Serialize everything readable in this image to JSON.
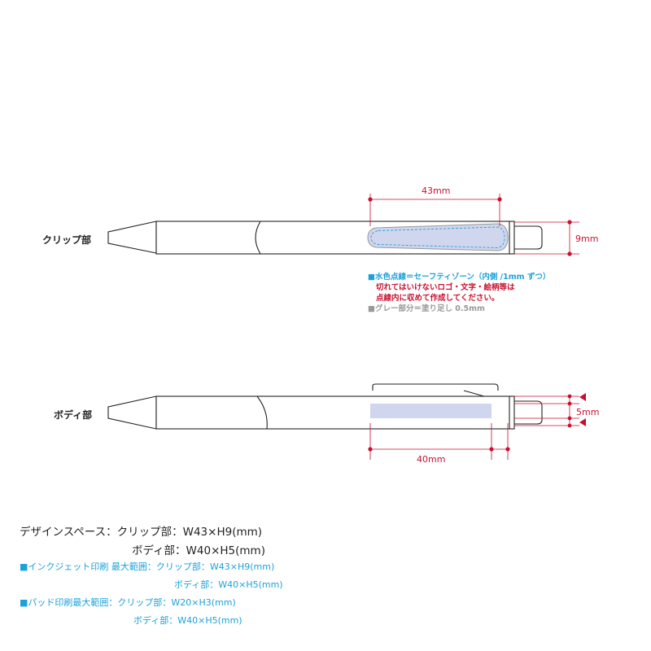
{
  "colors": {
    "outline": "#222222",
    "dimension": "#c8102e",
    "safety": "#2a9bd6",
    "area_fill": "#cfd6ee",
    "bleed": "#a9a9a9",
    "cyan_text": "#1ba1db",
    "red_text": "#c8102e",
    "gray_text": "#999999"
  },
  "clip": {
    "label": "クリップ部",
    "width_dim": "43mm",
    "height_dim": "9mm"
  },
  "body": {
    "label": "ボディ部",
    "width_dim": "40mm",
    "height_dim": "5mm"
  },
  "notes": {
    "safety": "■水色点線＝セーフティゾーン（内側 /1mm ずつ）",
    "warning1": "切れてはいけないロゴ・文字・絵柄等は",
    "warning2": "点線内に収めて作成してください。",
    "bleed": "■グレー部分＝塗り足し 0.5mm"
  },
  "spec": {
    "design_space": "デザインスペース：クリップ部：W43×H9(mm)",
    "design_space_body": "ボディ部：W40×H5(mm)",
    "inkjet": "■インクジェット印刷 最大範囲：クリップ部：W43×H9(mm)",
    "inkjet_body": "ボディ部：W40×H5(mm)",
    "pad": "■パッド印刷最大範囲：クリップ部：W20×H3(mm)",
    "pad_body": "ボディ部：W40×H5(mm)"
  }
}
